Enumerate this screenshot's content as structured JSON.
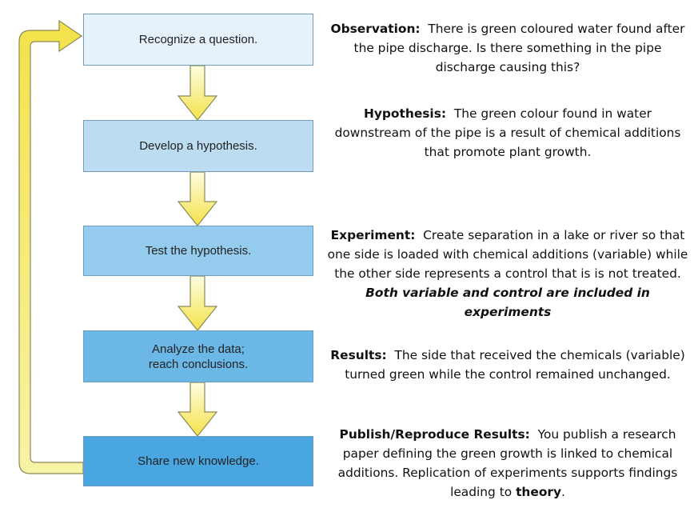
{
  "steps": [
    {
      "label": "Recognize a question.",
      "fill": "#e6f2fb"
    },
    {
      "label": "Develop a hypothesis.",
      "fill": "#bcdcf2"
    },
    {
      "label": "Test the hypothesis.",
      "fill": "#95cbed"
    },
    {
      "label": "Analyze the data;\nreach conclusions.",
      "fill": "#6bb7e6"
    },
    {
      "label": "Share new knowledge.",
      "fill": "#49a6e0"
    }
  ],
  "notes": {
    "observation": {
      "term": "Observation:",
      "text": "There is green coloured water found after the pipe discharge.  Is there something in the pipe discharge causing this?"
    },
    "hypothesis": {
      "term": "Hypothesis:",
      "text": "The green colour found in water downstream of the pipe is a result of chemical additions that promote plant growth."
    },
    "experiment": {
      "term": "Experiment:",
      "text": "Create separation in a lake or river so that one side is loaded with chemical additions (variable) while the other side represents a control that is is not treated.",
      "emphasis": "Both variable and control are included in experiments"
    },
    "results": {
      "term": "Results:",
      "text": "The side that received the chemicals (variable) turned green while the control remained unchanged."
    },
    "publish": {
      "term": "Publish/Reproduce Results:",
      "text": "You publish a research paper defining the green growth is linked to chemical additions.  Replication of experiments supports findings leading to",
      "theory": "theory",
      "end": "."
    }
  },
  "colors": {
    "arrow_top": "#fdfde0",
    "arrow_bottom": "#f4e24a",
    "arrow_stroke": "#8a8a55",
    "box_border": "#6f9cbf"
  }
}
